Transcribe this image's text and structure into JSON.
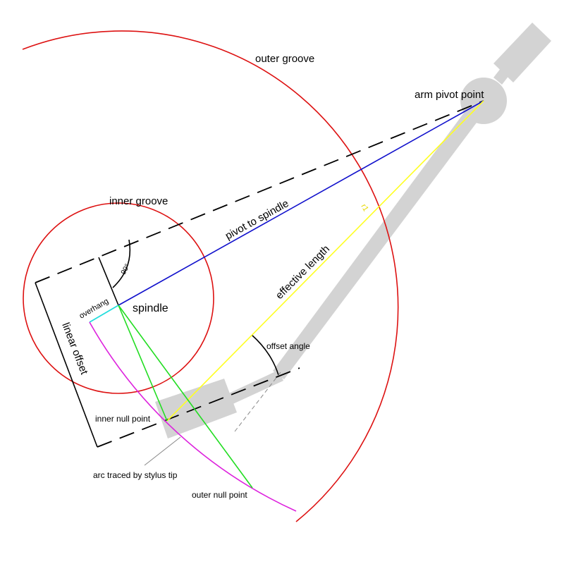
{
  "labels": {
    "outer_groove": "outer groove",
    "inner_groove": "inner groove",
    "pivot_to_spindle": "pivot to spindle",
    "effective_length": "effective length",
    "r1": "r1",
    "arm_pivot_point": "arm pivot point",
    "angle_90": "90°",
    "overhang": "overhang",
    "spindle": "spindle",
    "linear_offset": "linear offset",
    "offset_angle": "offset angle",
    "inner_null_point": "inner null point",
    "arc_traced": "arc traced by stylus tip",
    "outer_null_point": "outer null point"
  },
  "colors": {
    "groove": "#dd1111",
    "pivot_to_spindle": "#1111cc",
    "effective_length": "#ffff22",
    "overhang": "#22dddd",
    "arc": "#dd22dd",
    "null_lines": "#22dd22",
    "arm": "#d3d3d3"
  }
}
